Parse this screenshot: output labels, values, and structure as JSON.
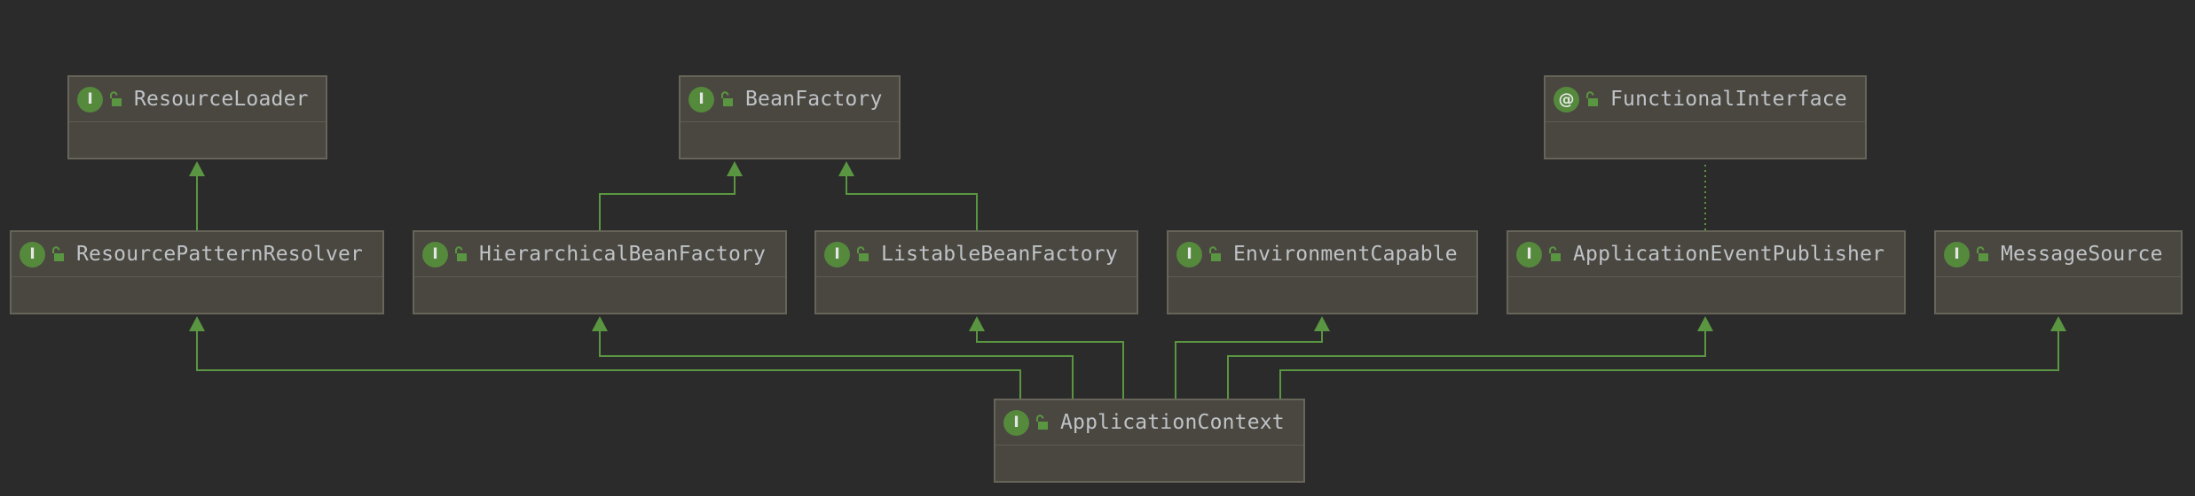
{
  "diagram": {
    "nodes": [
      {
        "id": "resource-loader",
        "name": "ResourceLoader",
        "kind": "interface",
        "kind_glyph": "I"
      },
      {
        "id": "bean-factory",
        "name": "BeanFactory",
        "kind": "interface",
        "kind_glyph": "I"
      },
      {
        "id": "functional-interface",
        "name": "FunctionalInterface",
        "kind": "annotation",
        "kind_glyph": "@"
      },
      {
        "id": "resource-pattern-resolver",
        "name": "ResourcePatternResolver",
        "kind": "interface",
        "kind_glyph": "I"
      },
      {
        "id": "hierarchical-bean-factory",
        "name": "HierarchicalBeanFactory",
        "kind": "interface",
        "kind_glyph": "I"
      },
      {
        "id": "listable-bean-factory",
        "name": "ListableBeanFactory",
        "kind": "interface",
        "kind_glyph": "I"
      },
      {
        "id": "environment-capable",
        "name": "EnvironmentCapable",
        "kind": "interface",
        "kind_glyph": "I"
      },
      {
        "id": "application-event-publisher",
        "name": "ApplicationEventPublisher",
        "kind": "interface",
        "kind_glyph": "I"
      },
      {
        "id": "message-source",
        "name": "MessageSource",
        "kind": "interface",
        "kind_glyph": "I"
      },
      {
        "id": "application-context",
        "name": "ApplicationContext",
        "kind": "interface",
        "kind_glyph": "I"
      }
    ],
    "edges": [
      {
        "from": "resource-pattern-resolver",
        "to": "resource-loader",
        "type": "extends"
      },
      {
        "from": "hierarchical-bean-factory",
        "to": "bean-factory",
        "type": "extends"
      },
      {
        "from": "listable-bean-factory",
        "to": "bean-factory",
        "type": "extends"
      },
      {
        "from": "application-event-publisher",
        "to": "functional-interface",
        "type": "annotated-by"
      },
      {
        "from": "application-context",
        "to": "resource-pattern-resolver",
        "type": "extends"
      },
      {
        "from": "application-context",
        "to": "hierarchical-bean-factory",
        "type": "extends"
      },
      {
        "from": "application-context",
        "to": "listable-bean-factory",
        "type": "extends"
      },
      {
        "from": "application-context",
        "to": "environment-capable",
        "type": "extends"
      },
      {
        "from": "application-context",
        "to": "application-event-publisher",
        "type": "extends"
      },
      {
        "from": "application-context",
        "to": "message-source",
        "type": "extends"
      }
    ],
    "colors": {
      "background": "#2b2b2b",
      "node_fill": "#4a4740",
      "node_border": "#676459",
      "edge": "#5a9641",
      "icon_green": "#55893c",
      "text": "#bfc3c7"
    },
    "icons": {
      "interface": "interface-i-icon",
      "annotation": "annotation-at-icon",
      "access": "unlocked-padlock-icon"
    }
  }
}
